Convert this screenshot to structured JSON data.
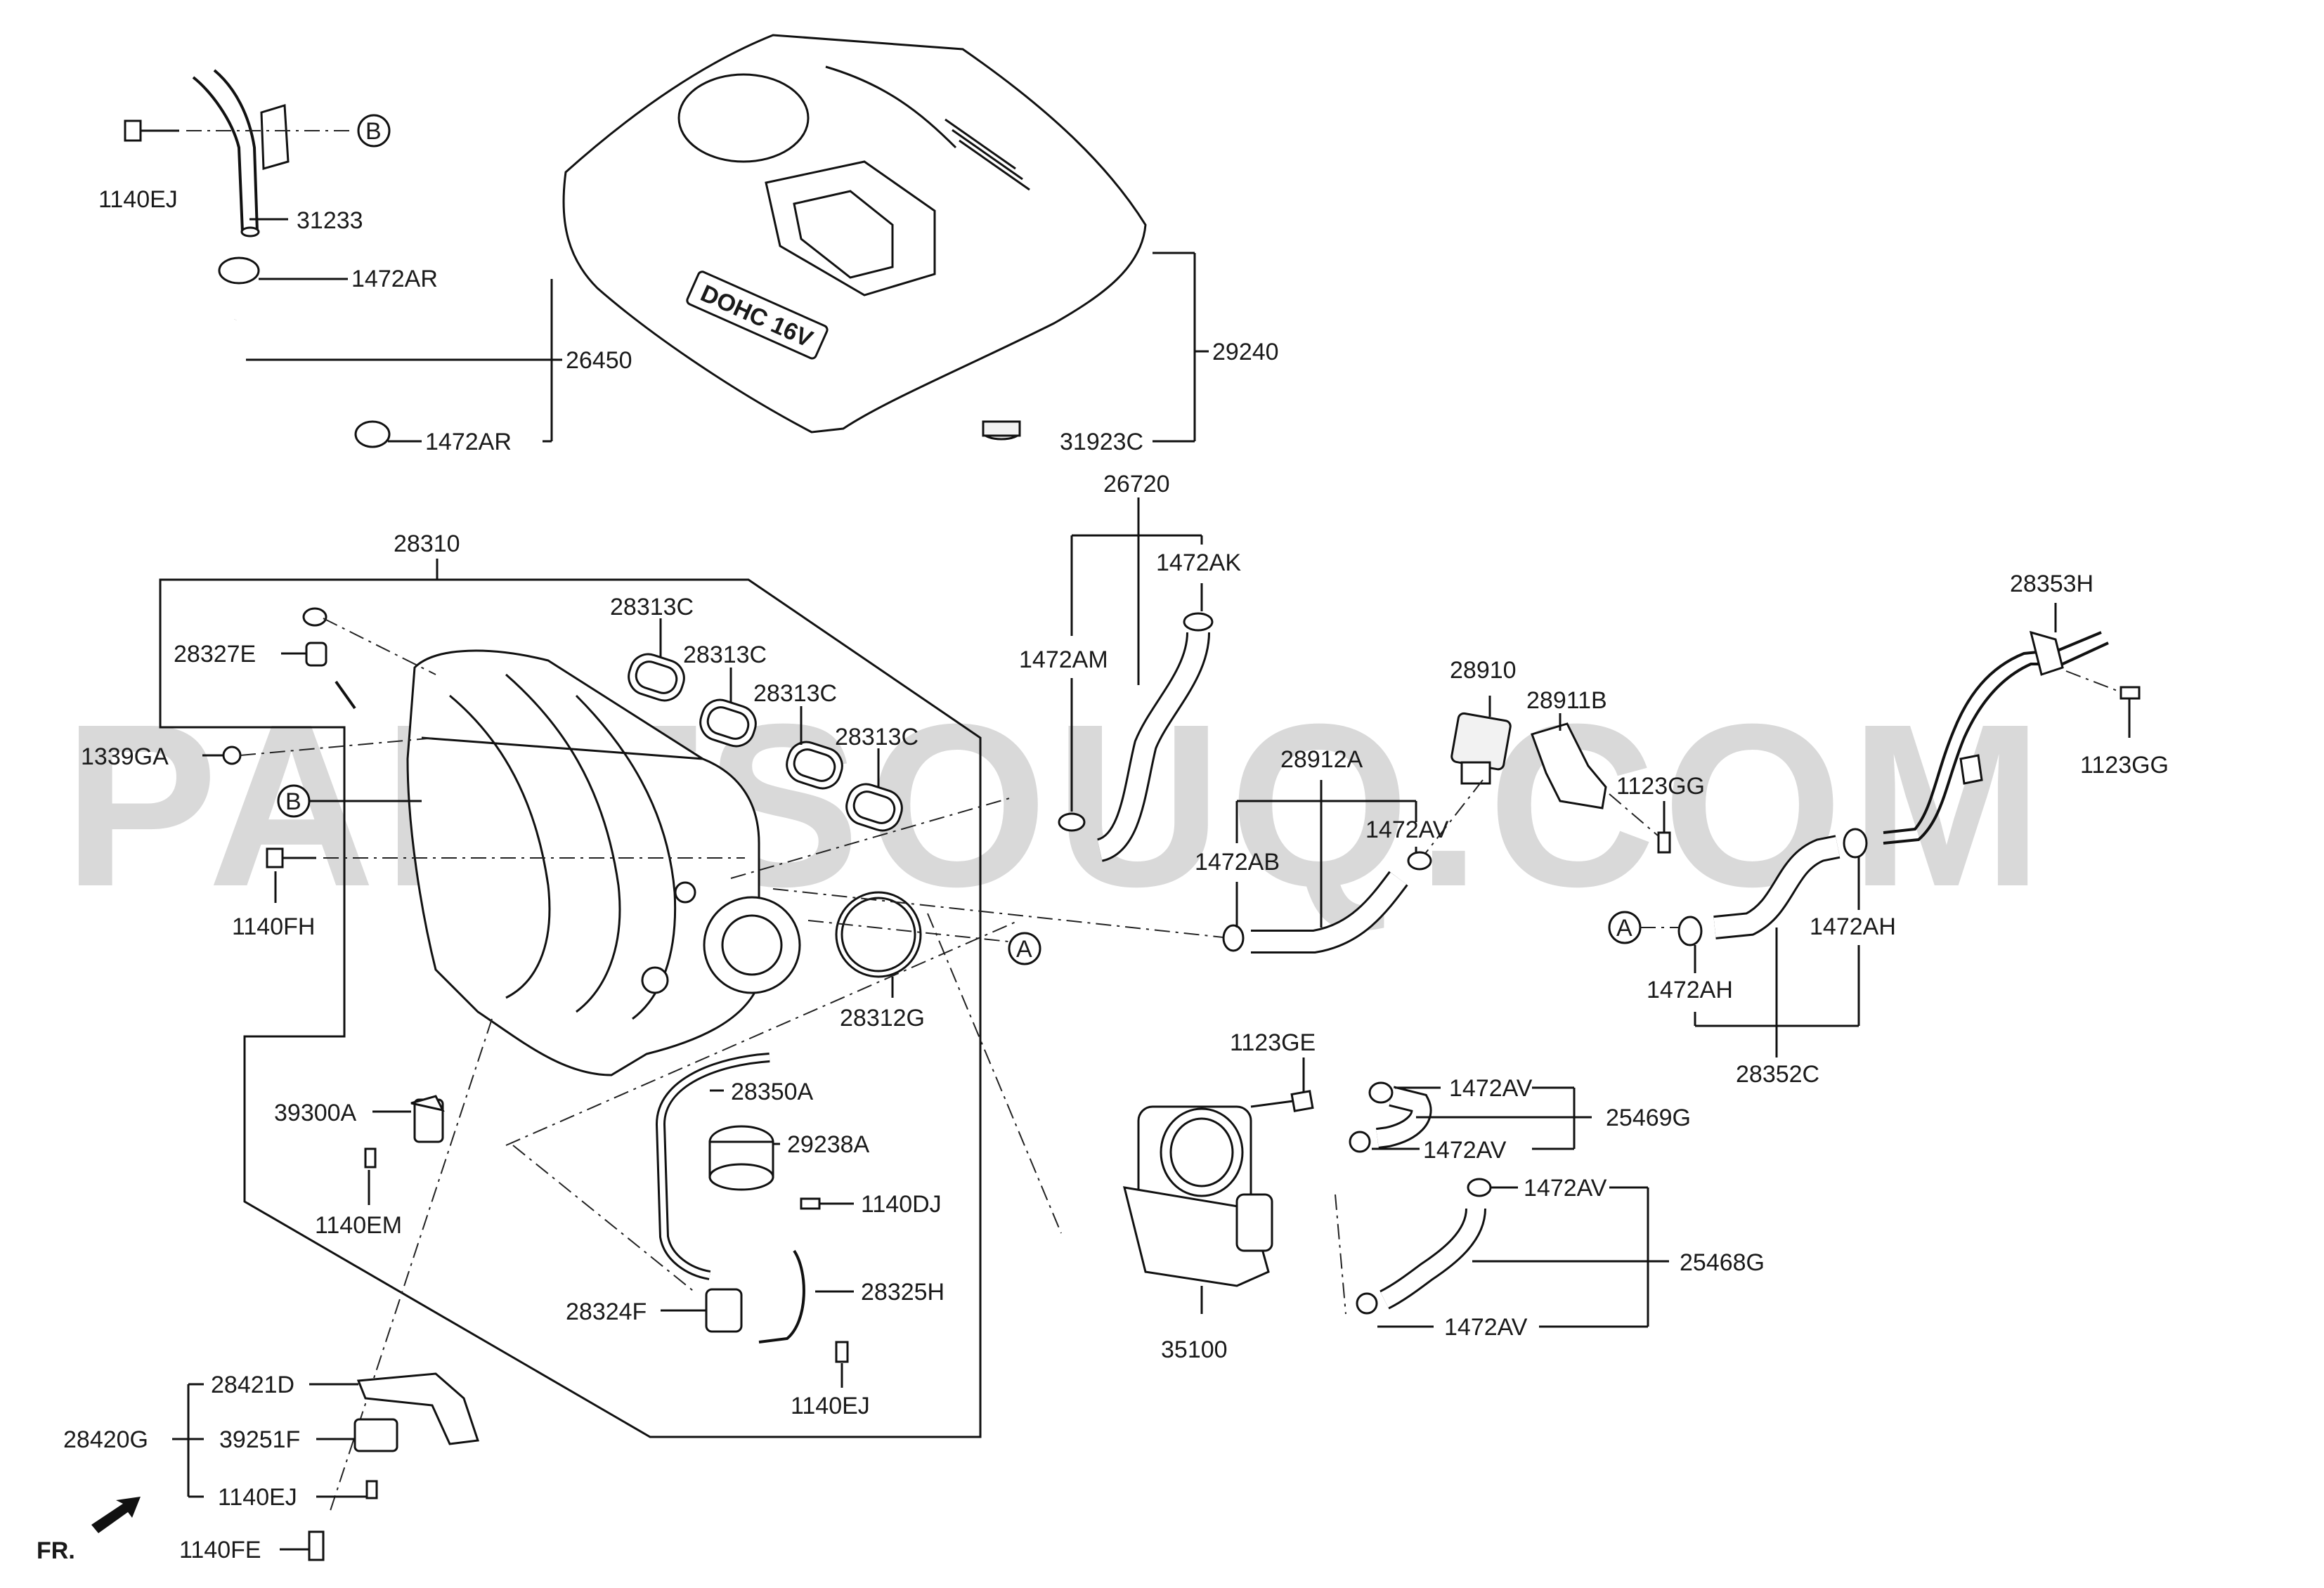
{
  "watermark": "PARTSOUQ.COM",
  "engine_cover_badge": "DOHC 16V",
  "orientation_label": "FR.",
  "callouts": {
    "a": "A",
    "b": "B"
  },
  "part_labels": {
    "p1140EJ_top": "1140EJ",
    "p31233": "31233",
    "p1472AR_1": "1472AR",
    "p26450": "26450",
    "p1472AR_2": "1472AR",
    "p29240": "29240",
    "p31923C": "31923C",
    "p26720": "26720",
    "p1472AK": "1472AK",
    "p1472AM": "1472AM",
    "p28310": "28310",
    "p28327E": "28327E",
    "p1339GA": "1339GA",
    "p1140FH": "1140FH",
    "p28313C_1": "28313C",
    "p28313C_2": "28313C",
    "p28313C_3": "28313C",
    "p28313C_4": "28313C",
    "p28312G": "28312G",
    "p28910": "28910",
    "p28911B": "28911B",
    "p28912A": "28912A",
    "p1472AV_top": "1472AV",
    "p1472AB": "1472AB",
    "p1123GG_1": "1123GG",
    "p28353H": "28353H",
    "p1123GG_2": "1123GG",
    "p1472AH_1": "1472AH",
    "p1472AH_2": "1472AH",
    "p28352C": "28352C",
    "p1123GE": "1123GE",
    "p1472AV_a": "1472AV",
    "p1472AV_b": "1472AV",
    "p25469G": "25469G",
    "p1472AV_c": "1472AV",
    "p25468G": "25468G",
    "p1472AV_d": "1472AV",
    "p35100": "35100",
    "p39300A": "39300A",
    "p1140EM": "1140EM",
    "p28350A": "28350A",
    "p29238A": "29238A",
    "p1140DJ": "1140DJ",
    "p28325H": "28325H",
    "p28324F": "28324F",
    "p1140EJ_mid": "1140EJ",
    "p28421D": "28421D",
    "p28420G": "28420G",
    "p39251F": "39251F",
    "p1140EJ_low": "1140EJ",
    "p1140FE": "1140FE"
  }
}
